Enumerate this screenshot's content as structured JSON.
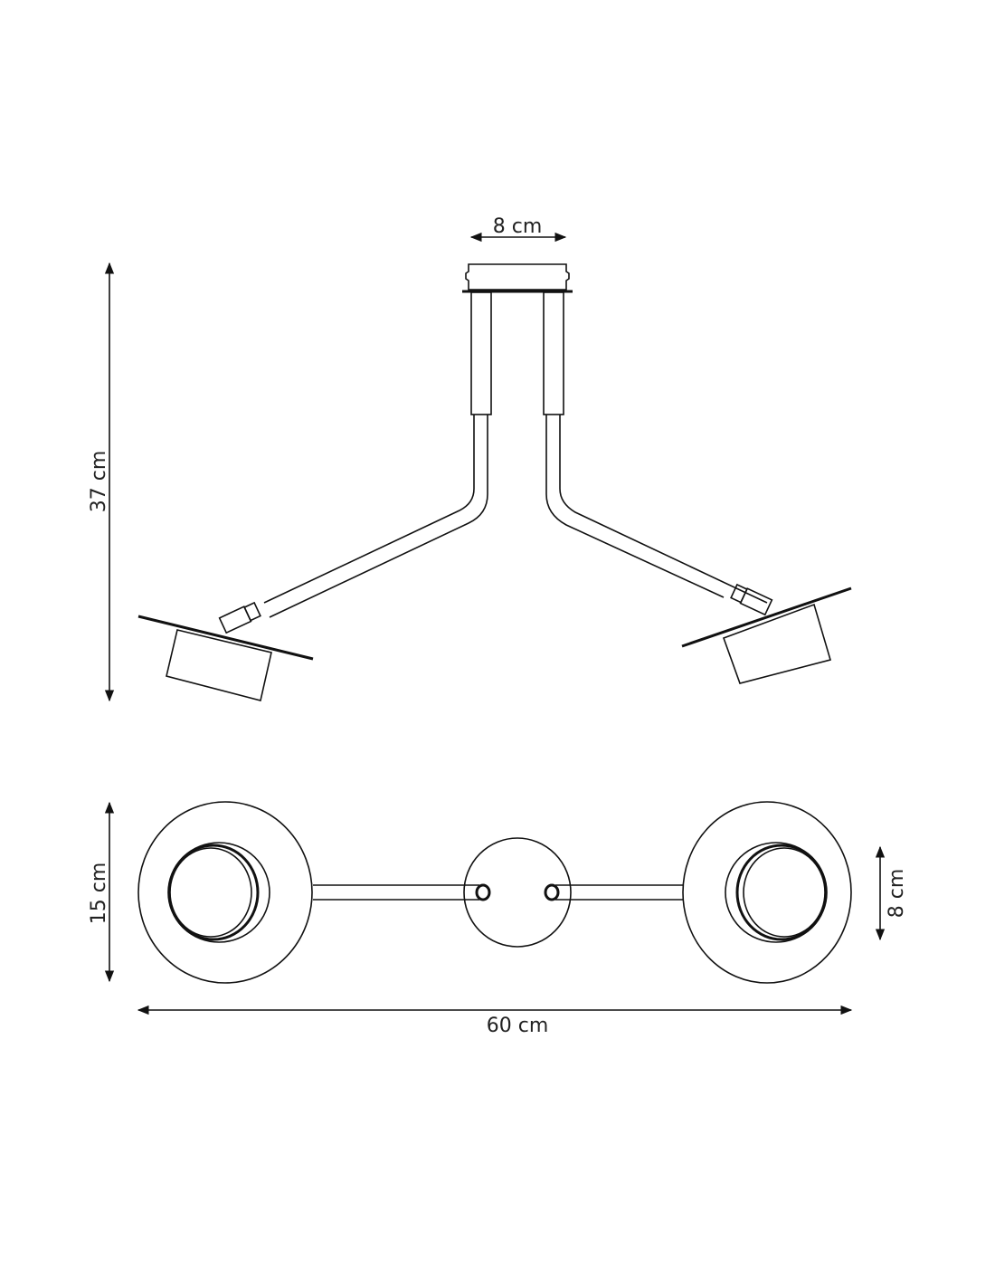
{
  "dimensions": {
    "top_width": "8 cm",
    "height": "37 cm",
    "plan_depth": "15 cm",
    "shade_diameter": "8 cm",
    "total_width": "60 cm"
  },
  "colors": {
    "line": "#111111",
    "background": "#ffffff"
  }
}
